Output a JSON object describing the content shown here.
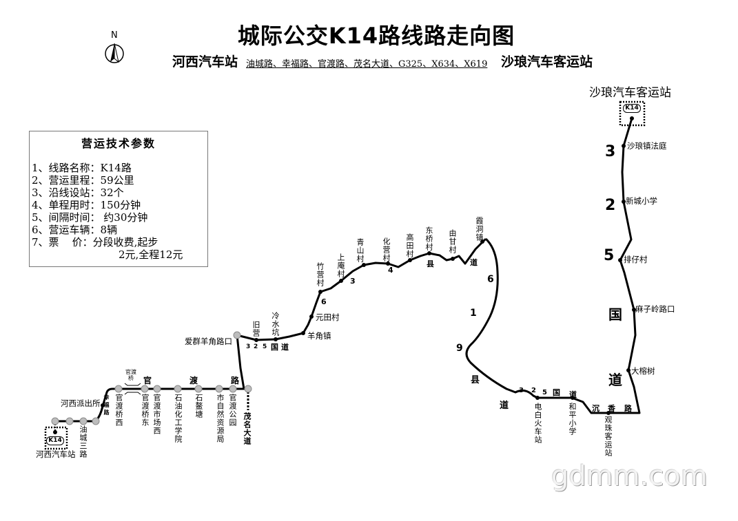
{
  "title": "城际公交K14路线路走向图",
  "compass": {
    "label": "N",
    "icon": "north-arrow-icon"
  },
  "subtitle": {
    "origin": "河西汽车站",
    "via": "油城路、幸福路、官渡路、茂名大道、G325、X634、X619",
    "destination": "沙琅汽车客运站"
  },
  "params": {
    "heading": "营运技术参数",
    "items": [
      "1、线路名称：K14路",
      "2、营运里程：59公里",
      "3、沿线设站：32个",
      "4、单程用时：150分钟",
      "5、间隔时间： 约30分钟",
      "6、营运车辆：8辆",
      "7、票    价：分段收费,起步"
    ],
    "item7_continued": "2元,全程12元"
  },
  "route": {
    "code": "K14",
    "stops": [
      "河西汽车站",
      "油城三路",
      "河西派出所",
      "官渡桥西",
      "官渡桥东",
      "官渡市场西",
      "石油化工学院",
      "石鳌塘",
      "市自然资源局",
      "官渡公园",
      "爱群羊角路口",
      "旧营",
      "冷水坑",
      "羊角镇",
      "元田村",
      "竹营村",
      "上庵村",
      "青山村",
      "化营村",
      "高田村",
      "东桥村",
      "由甘村",
      "霞洞镇",
      "电白火车站",
      "和平小学",
      "观珠客运站",
      "大榕树",
      "麻子岭路口",
      "排仔村",
      "新城小学",
      "沙琅镇法庭",
      "沙琅汽车客运站"
    ],
    "bridge": "官渡桥",
    "road_labels": {
      "xingfu_road": "幸福路",
      "guandu_road": [
        "官",
        "渡",
        "路"
      ],
      "maoming_avenue": "茂名大道",
      "g325_west": [
        "3",
        "2",
        "5",
        "国",
        "道"
      ],
      "x634": [
        "6",
        "3",
        "4",
        "县",
        "道"
      ],
      "x619": [
        "6",
        "1",
        "9",
        "县",
        "道"
      ],
      "g325_east": [
        "3",
        "2",
        "5",
        "国",
        "道"
      ],
      "chenxiang_road": [
        "沉",
        "香",
        "路"
      ],
      "g325_north": [
        "3",
        "2",
        "5",
        "国",
        "道"
      ]
    }
  },
  "colors": {
    "route_line": "#000000",
    "transfer_stop": "#bdbdbd",
    "box_border": "#777777",
    "watermark": "#f3f3f3"
  },
  "watermark": "gdmm.com"
}
